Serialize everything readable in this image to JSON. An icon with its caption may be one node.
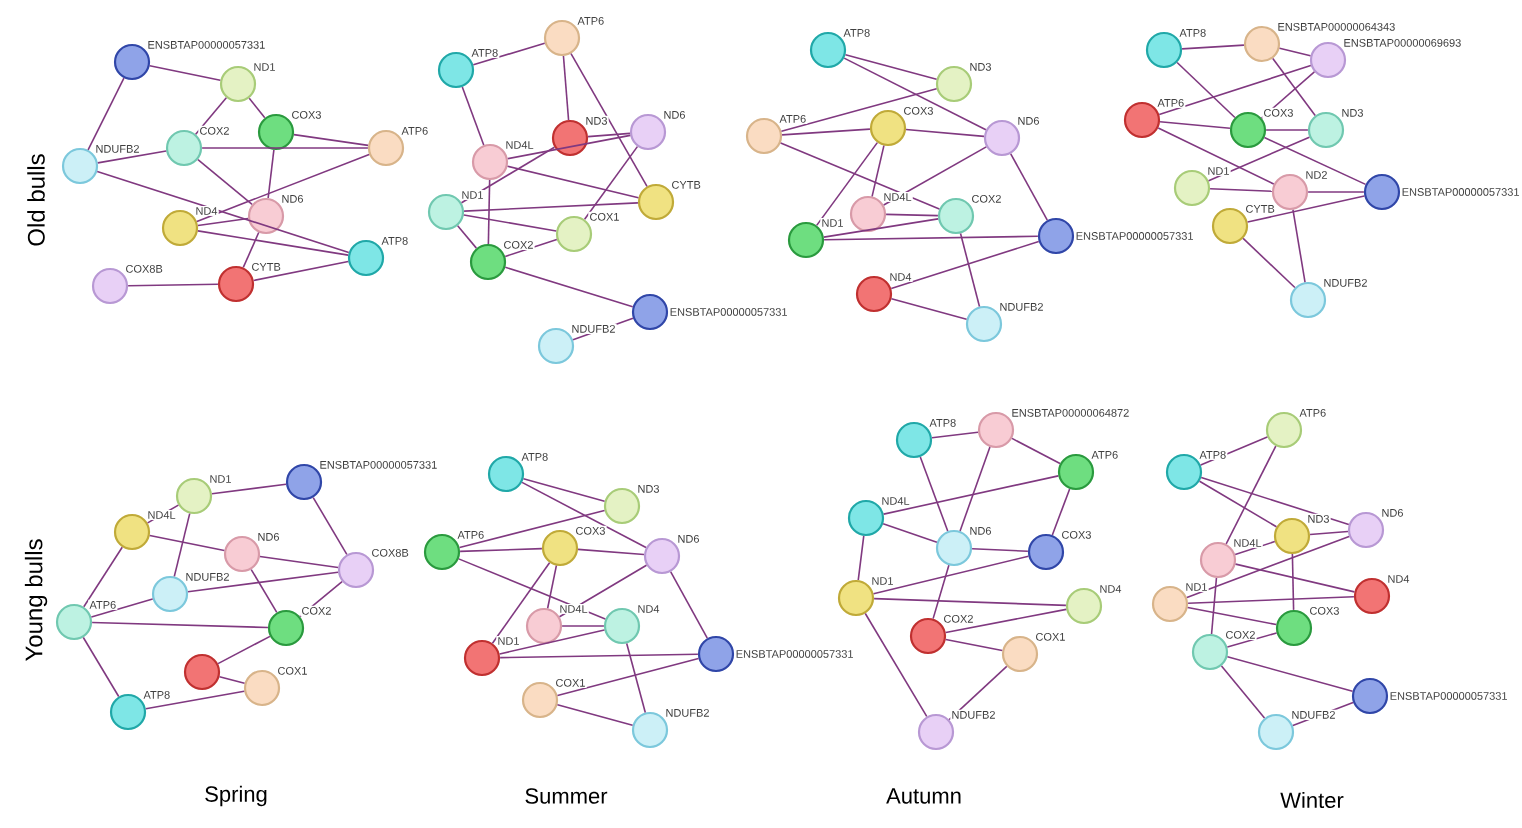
{
  "diagram": {
    "nodes": [
      {
        "text": [
          "ENSBTAP00000057331"
        ]
      },
      {
        "text": [
          "ND1"
        ]
      },
      {
        "text": [
          "COX3"
        ]
      },
      {
        "text": [
          "ATP6"
        ]
      },
      {
        "text": [
          "NDUFB2"
        ]
      },
      {
        "text": [
          "COX2"
        ]
      },
      {
        "text": [
          "ND6"
        ]
      },
      {
        "text": [
          "ND4"
        ]
      },
      {
        "text": [
          "ATP8"
        ]
      },
      {
        "text": [
          "COX8B"
        ]
      },
      {
        "text": [
          "CYTB"
        ]
      },
      {
        "text": [
          "ATP8"
        ]
      },
      {
        "text": [
          "ATP6"
        ]
      },
      {
        "text": [
          "ND3"
        ]
      },
      {
        "text": [
          "ND6"
        ]
      },
      {
        "text": [
          "ND4L"
        ]
      },
      {
        "text": [
          "CYTB"
        ]
      },
      {
        "text": [
          "ND1"
        ]
      },
      {
        "text": [
          "COX1"
        ]
      },
      {
        "text": [
          "COX2"
        ]
      },
      {
        "text": [
          "ENSBTAP00000057331"
        ]
      },
      {
        "text": [
          "NDUFB2"
        ]
      },
      {
        "text": [
          "ATP8"
        ]
      },
      {
        "text": [
          "ND3"
        ]
      },
      {
        "text": [
          "ATP6"
        ]
      },
      {
        "text": [
          "COX3"
        ]
      },
      {
        "text": [
          "ND6"
        ]
      },
      {
        "text": [
          "ND4L"
        ]
      },
      {
        "text": [
          "COX2"
        ]
      },
      {
        "text": [
          "ND1"
        ]
      },
      {
        "text": [
          "ENSBTAP00000057331"
        ]
      },
      {
        "text": [
          "ND4"
        ]
      },
      {
        "text": [
          "NDUFB2"
        ]
      },
      {
        "text": [
          "ATP8"
        ]
      },
      {
        "text": [
          "ENSBTAP00000064343"
        ]
      },
      {
        "text": [
          "ENSBTAP00000069693"
        ]
      },
      {
        "text": [
          "ATP6"
        ]
      },
      {
        "text": [
          "COX3"
        ]
      },
      {
        "text": [
          "ND3"
        ]
      },
      {
        "text": [
          "ND1"
        ]
      },
      {
        "text": [
          "ND2"
        ]
      },
      {
        "text": [
          "ENSBTAP00000057331"
        ]
      },
      {
        "text": [
          "CYTB"
        ]
      },
      {
        "text": [
          "NDUFB2"
        ]
      },
      {
        "text": [
          "ENSBTAP00000057331"
        ]
      },
      {
        "text": [
          "ND1"
        ]
      },
      {
        "text": [
          "ND4L"
        ]
      },
      {
        "text": [
          "ND6"
        ]
      },
      {
        "text": [
          "COX8B"
        ]
      },
      {
        "text": [
          "NDUFB2"
        ]
      },
      {
        "text": [
          "ATP6"
        ]
      },
      {
        "text": [
          "COX2"
        ]
      },
      {
        "text": [],
        "shape": "circle"
      },
      {
        "text": [
          "COX1"
        ]
      },
      {
        "text": [
          "ATP8"
        ]
      },
      {
        "text": [
          "ATP8"
        ]
      },
      {
        "text": [
          "ND3"
        ]
      },
      {
        "text": [
          "ATP6"
        ]
      },
      {
        "text": [
          "COX3"
        ]
      },
      {
        "text": [
          "ND6"
        ]
      },
      {
        "text": [
          "ND4L"
        ]
      },
      {
        "text": [
          "ND4"
        ]
      },
      {
        "text": [
          "ND1"
        ]
      },
      {
        "text": [
          "ENSBTAP00000057331"
        ]
      },
      {
        "text": [
          "COX1"
        ]
      },
      {
        "text": [
          "NDUFB2"
        ]
      },
      {
        "text": [
          "ATP8"
        ]
      },
      {
        "text": [
          "ENSBTAP00000064872"
        ]
      },
      {
        "text": [
          "ATP6"
        ]
      },
      {
        "text": [
          "ND4L"
        ]
      },
      {
        "text": [
          "ND6"
        ]
      },
      {
        "text": [
          "COX3"
        ]
      },
      {
        "text": [
          "ND1"
        ]
      },
      {
        "text": [
          "ND4"
        ]
      },
      {
        "text": [
          "COX2"
        ]
      },
      {
        "text": [
          "COX1"
        ]
      },
      {
        "text": [
          "NDUFB2"
        ]
      },
      {
        "text": [
          "ATP6"
        ]
      },
      {
        "text": [
          "ATP8"
        ]
      },
      {
        "text": [
          "ND6"
        ]
      },
      {
        "text": [
          "ND3"
        ]
      },
      {
        "text": [
          "ND4L"
        ]
      },
      {
        "text": [
          "ND4"
        ]
      },
      {
        "text": [
          "ND1"
        ]
      },
      {
        "text": [
          "COX3"
        ]
      },
      {
        "text": [
          "COX2"
        ]
      },
      {
        "text": [
          "ENSBTAP00000057331"
        ]
      },
      {
        "text": [
          "NDUFB2"
        ]
      }
    ],
    "edges": [
      {
        "from": 0,
        "to": 1,
        "arrow": "none"
      },
      {
        "from": 1,
        "to": 2,
        "arrow": "none"
      },
      {
        "from": 2,
        "to": 3,
        "arrow": "none"
      },
      {
        "from": 3,
        "to": 5,
        "arrow": "none"
      },
      {
        "from": 4,
        "to": 5,
        "arrow": "none"
      },
      {
        "from": 5,
        "to": 6,
        "arrow": "none"
      },
      {
        "from": 6,
        "to": 7,
        "arrow": "none"
      },
      {
        "from": 7,
        "to": 8,
        "arrow": "none"
      },
      {
        "from": 8,
        "to": 10,
        "arrow": "none"
      },
      {
        "from": 9,
        "to": 10,
        "arrow": "none"
      },
      {
        "from": 0,
        "to": 4,
        "arrow": "none"
      },
      {
        "from": 1,
        "to": 5,
        "arrow": "none"
      },
      {
        "from": 2,
        "to": 6,
        "arrow": "none"
      },
      {
        "from": 3,
        "to": 7,
        "arrow": "none"
      },
      {
        "from": 4,
        "to": 8,
        "arrow": "none"
      },
      {
        "from": 6,
        "to": 10,
        "arrow": "none"
      },
      {
        "from": 11,
        "to": 12,
        "arrow": "none"
      },
      {
        "from": 12,
        "to": 13,
        "arrow": "none"
      },
      {
        "from": 13,
        "to": 14,
        "arrow": "none"
      },
      {
        "from": 14,
        "to": 15,
        "arrow": "none"
      },
      {
        "from": 15,
        "to": 16,
        "arrow": "none"
      },
      {
        "from": 16,
        "to": 17,
        "arrow": "none"
      },
      {
        "from": 17,
        "to": 18,
        "arrow": "none"
      },
      {
        "from": 18,
        "to": 19,
        "arrow": "none"
      },
      {
        "from": 19,
        "to": 20,
        "arrow": "none"
      },
      {
        "from": 20,
        "to": 21,
        "arrow": "none"
      },
      {
        "from": 11,
        "to": 15,
        "arrow": "none"
      },
      {
        "from": 12,
        "to": 16,
        "arrow": "none"
      },
      {
        "from": 13,
        "to": 17,
        "arrow": "none"
      },
      {
        "from": 14,
        "to": 18,
        "arrow": "none"
      },
      {
        "from": 15,
        "to": 19,
        "arrow": "none"
      },
      {
        "from": 17,
        "to": 19,
        "arrow": "none"
      },
      {
        "from": 22,
        "to": 23,
        "arrow": "none"
      },
      {
        "from": 23,
        "to": 24,
        "arrow": "none"
      },
      {
        "from": 24,
        "to": 25,
        "arrow": "none"
      },
      {
        "from": 25,
        "to": 26,
        "arrow": "none"
      },
      {
        "from": 26,
        "to": 27,
        "arrow": "none"
      },
      {
        "from": 27,
        "to": 28,
        "arrow": "none"
      },
      {
        "from": 28,
        "to": 29,
        "arrow": "none"
      },
      {
        "from": 29,
        "to": 30,
        "arrow": "none"
      },
      {
        "from": 30,
        "to": 31,
        "arrow": "none"
      },
      {
        "from": 31,
        "to": 32,
        "arrow": "none"
      },
      {
        "from": 22,
        "to": 26,
        "arrow": "none"
      },
      {
        "from": 25,
        "to": 27,
        "arrow": "none"
      },
      {
        "from": 24,
        "to": 28,
        "arrow": "none"
      },
      {
        "from": 25,
        "to": 29,
        "arrow": "none"
      },
      {
        "from": 26,
        "to": 30,
        "arrow": "none"
      },
      {
        "from": 28,
        "to": 32,
        "arrow": "none"
      },
      {
        "from": 33,
        "to": 34,
        "arrow": "none"
      },
      {
        "from": 34,
        "to": 35,
        "arrow": "none"
      },
      {
        "from": 35,
        "to": 36,
        "arrow": "none"
      },
      {
        "from": 36,
        "to": 37,
        "arrow": "none"
      },
      {
        "from": 37,
        "to": 38,
        "arrow": "none"
      },
      {
        "from": 38,
        "to": 39,
        "arrow": "none"
      },
      {
        "from": 39,
        "to": 40,
        "arrow": "none"
      },
      {
        "from": 40,
        "to": 41,
        "arrow": "none"
      },
      {
        "from": 41,
        "to": 42,
        "arrow": "none"
      },
      {
        "from": 42,
        "to": 43,
        "arrow": "none"
      },
      {
        "from": 33,
        "to": 37,
        "arrow": "none"
      },
      {
        "from": 34,
        "to": 38,
        "arrow": "none"
      },
      {
        "from": 35,
        "to": 37,
        "arrow": "none"
      },
      {
        "from": 36,
        "to": 40,
        "arrow": "none"
      },
      {
        "from": 37,
        "to": 41,
        "arrow": "none"
      },
      {
        "from": 40,
        "to": 43,
        "arrow": "none"
      },
      {
        "from": 44,
        "to": 45,
        "arrow": "none"
      },
      {
        "from": 45,
        "to": 46,
        "arrow": "none"
      },
      {
        "from": 46,
        "to": 47,
        "arrow": "none"
      },
      {
        "from": 47,
        "to": 48,
        "arrow": "none"
      },
      {
        "from": 48,
        "to": 49,
        "arrow": "none"
      },
      {
        "from": 49,
        "to": 50,
        "arrow": "none"
      },
      {
        "from": 50,
        "to": 51,
        "arrow": "none"
      },
      {
        "from": 51,
        "to": 52,
        "arrow": "none"
      },
      {
        "from": 52,
        "to": 53,
        "arrow": "none"
      },
      {
        "from": 53,
        "to": 54,
        "arrow": "none"
      },
      {
        "from": 44,
        "to": 48,
        "arrow": "none"
      },
      {
        "from": 45,
        "to": 49,
        "arrow": "none"
      },
      {
        "from": 46,
        "to": 50,
        "arrow": "none"
      },
      {
        "from": 47,
        "to": 51,
        "arrow": "none"
      },
      {
        "from": 48,
        "to": 51,
        "arrow": "none"
      },
      {
        "from": 50,
        "to": 54,
        "arrow": "none"
      },
      {
        "from": 55,
        "to": 56,
        "arrow": "none"
      },
      {
        "from": 56,
        "to": 57,
        "arrow": "none"
      },
      {
        "from": 57,
        "to": 58,
        "arrow": "none"
      },
      {
        "from": 58,
        "to": 59,
        "arrow": "none"
      },
      {
        "from": 59,
        "to": 60,
        "arrow": "none"
      },
      {
        "from": 60,
        "to": 61,
        "arrow": "none"
      },
      {
        "from": 61,
        "to": 62,
        "arrow": "none"
      },
      {
        "from": 62,
        "to": 63,
        "arrow": "none"
      },
      {
        "from": 63,
        "to": 64,
        "arrow": "none"
      },
      {
        "from": 64,
        "to": 65,
        "arrow": "none"
      },
      {
        "from": 55,
        "to": 59,
        "arrow": "none"
      },
      {
        "from": 58,
        "to": 60,
        "arrow": "none"
      },
      {
        "from": 57,
        "to": 61,
        "arrow": "none"
      },
      {
        "from": 58,
        "to": 62,
        "arrow": "none"
      },
      {
        "from": 59,
        "to": 63,
        "arrow": "none"
      },
      {
        "from": 61,
        "to": 65,
        "arrow": "none"
      },
      {
        "from": 66,
        "to": 67,
        "arrow": "none"
      },
      {
        "from": 67,
        "to": 68,
        "arrow": "none"
      },
      {
        "from": 68,
        "to": 69,
        "arrow": "none"
      },
      {
        "from": 69,
        "to": 70,
        "arrow": "none"
      },
      {
        "from": 70,
        "to": 71,
        "arrow": "none"
      },
      {
        "from": 71,
        "to": 72,
        "arrow": "none"
      },
      {
        "from": 72,
        "to": 73,
        "arrow": "none"
      },
      {
        "from": 73,
        "to": 74,
        "arrow": "none"
      },
      {
        "from": 74,
        "to": 75,
        "arrow": "none"
      },
      {
        "from": 75,
        "to": 76,
        "arrow": "none"
      },
      {
        "from": 66,
        "to": 70,
        "arrow": "none"
      },
      {
        "from": 67,
        "to": 70,
        "arrow": "none"
      },
      {
        "from": 68,
        "to": 71,
        "arrow": "none"
      },
      {
        "from": 69,
        "to": 72,
        "arrow": "none"
      },
      {
        "from": 70,
        "to": 74,
        "arrow": "none"
      },
      {
        "from": 72,
        "to": 76,
        "arrow": "none"
      },
      {
        "from": 77,
        "to": 78,
        "arrow": "none"
      },
      {
        "from": 78,
        "to": 79,
        "arrow": "none"
      },
      {
        "from": 79,
        "to": 80,
        "arrow": "none"
      },
      {
        "from": 80,
        "to": 81,
        "arrow": "none"
      },
      {
        "from": 81,
        "to": 82,
        "arrow": "none"
      },
      {
        "from": 82,
        "to": 83,
        "arrow": "none"
      },
      {
        "from": 83,
        "to": 84,
        "arrow": "none"
      },
      {
        "from": 84,
        "to": 85,
        "arrow": "none"
      },
      {
        "from": 85,
        "to": 86,
        "arrow": "none"
      },
      {
        "from": 86,
        "to": 87,
        "arrow": "none"
      },
      {
        "from": 77,
        "to": 81,
        "arrow": "none"
      },
      {
        "from": 78,
        "to": 80,
        "arrow": "none"
      },
      {
        "from": 79,
        "to": 83,
        "arrow": "none"
      },
      {
        "from": 80,
        "to": 84,
        "arrow": "none"
      },
      {
        "from": 81,
        "to": 85,
        "arrow": "none"
      },
      {
        "from": 85,
        "to": 87,
        "arrow": "none"
      }
    ],
    "labels": [
      "Old bulls",
      "Young bulls",
      "Spring",
      "Summer",
      "Autumn",
      "Winter"
    ]
  }
}
